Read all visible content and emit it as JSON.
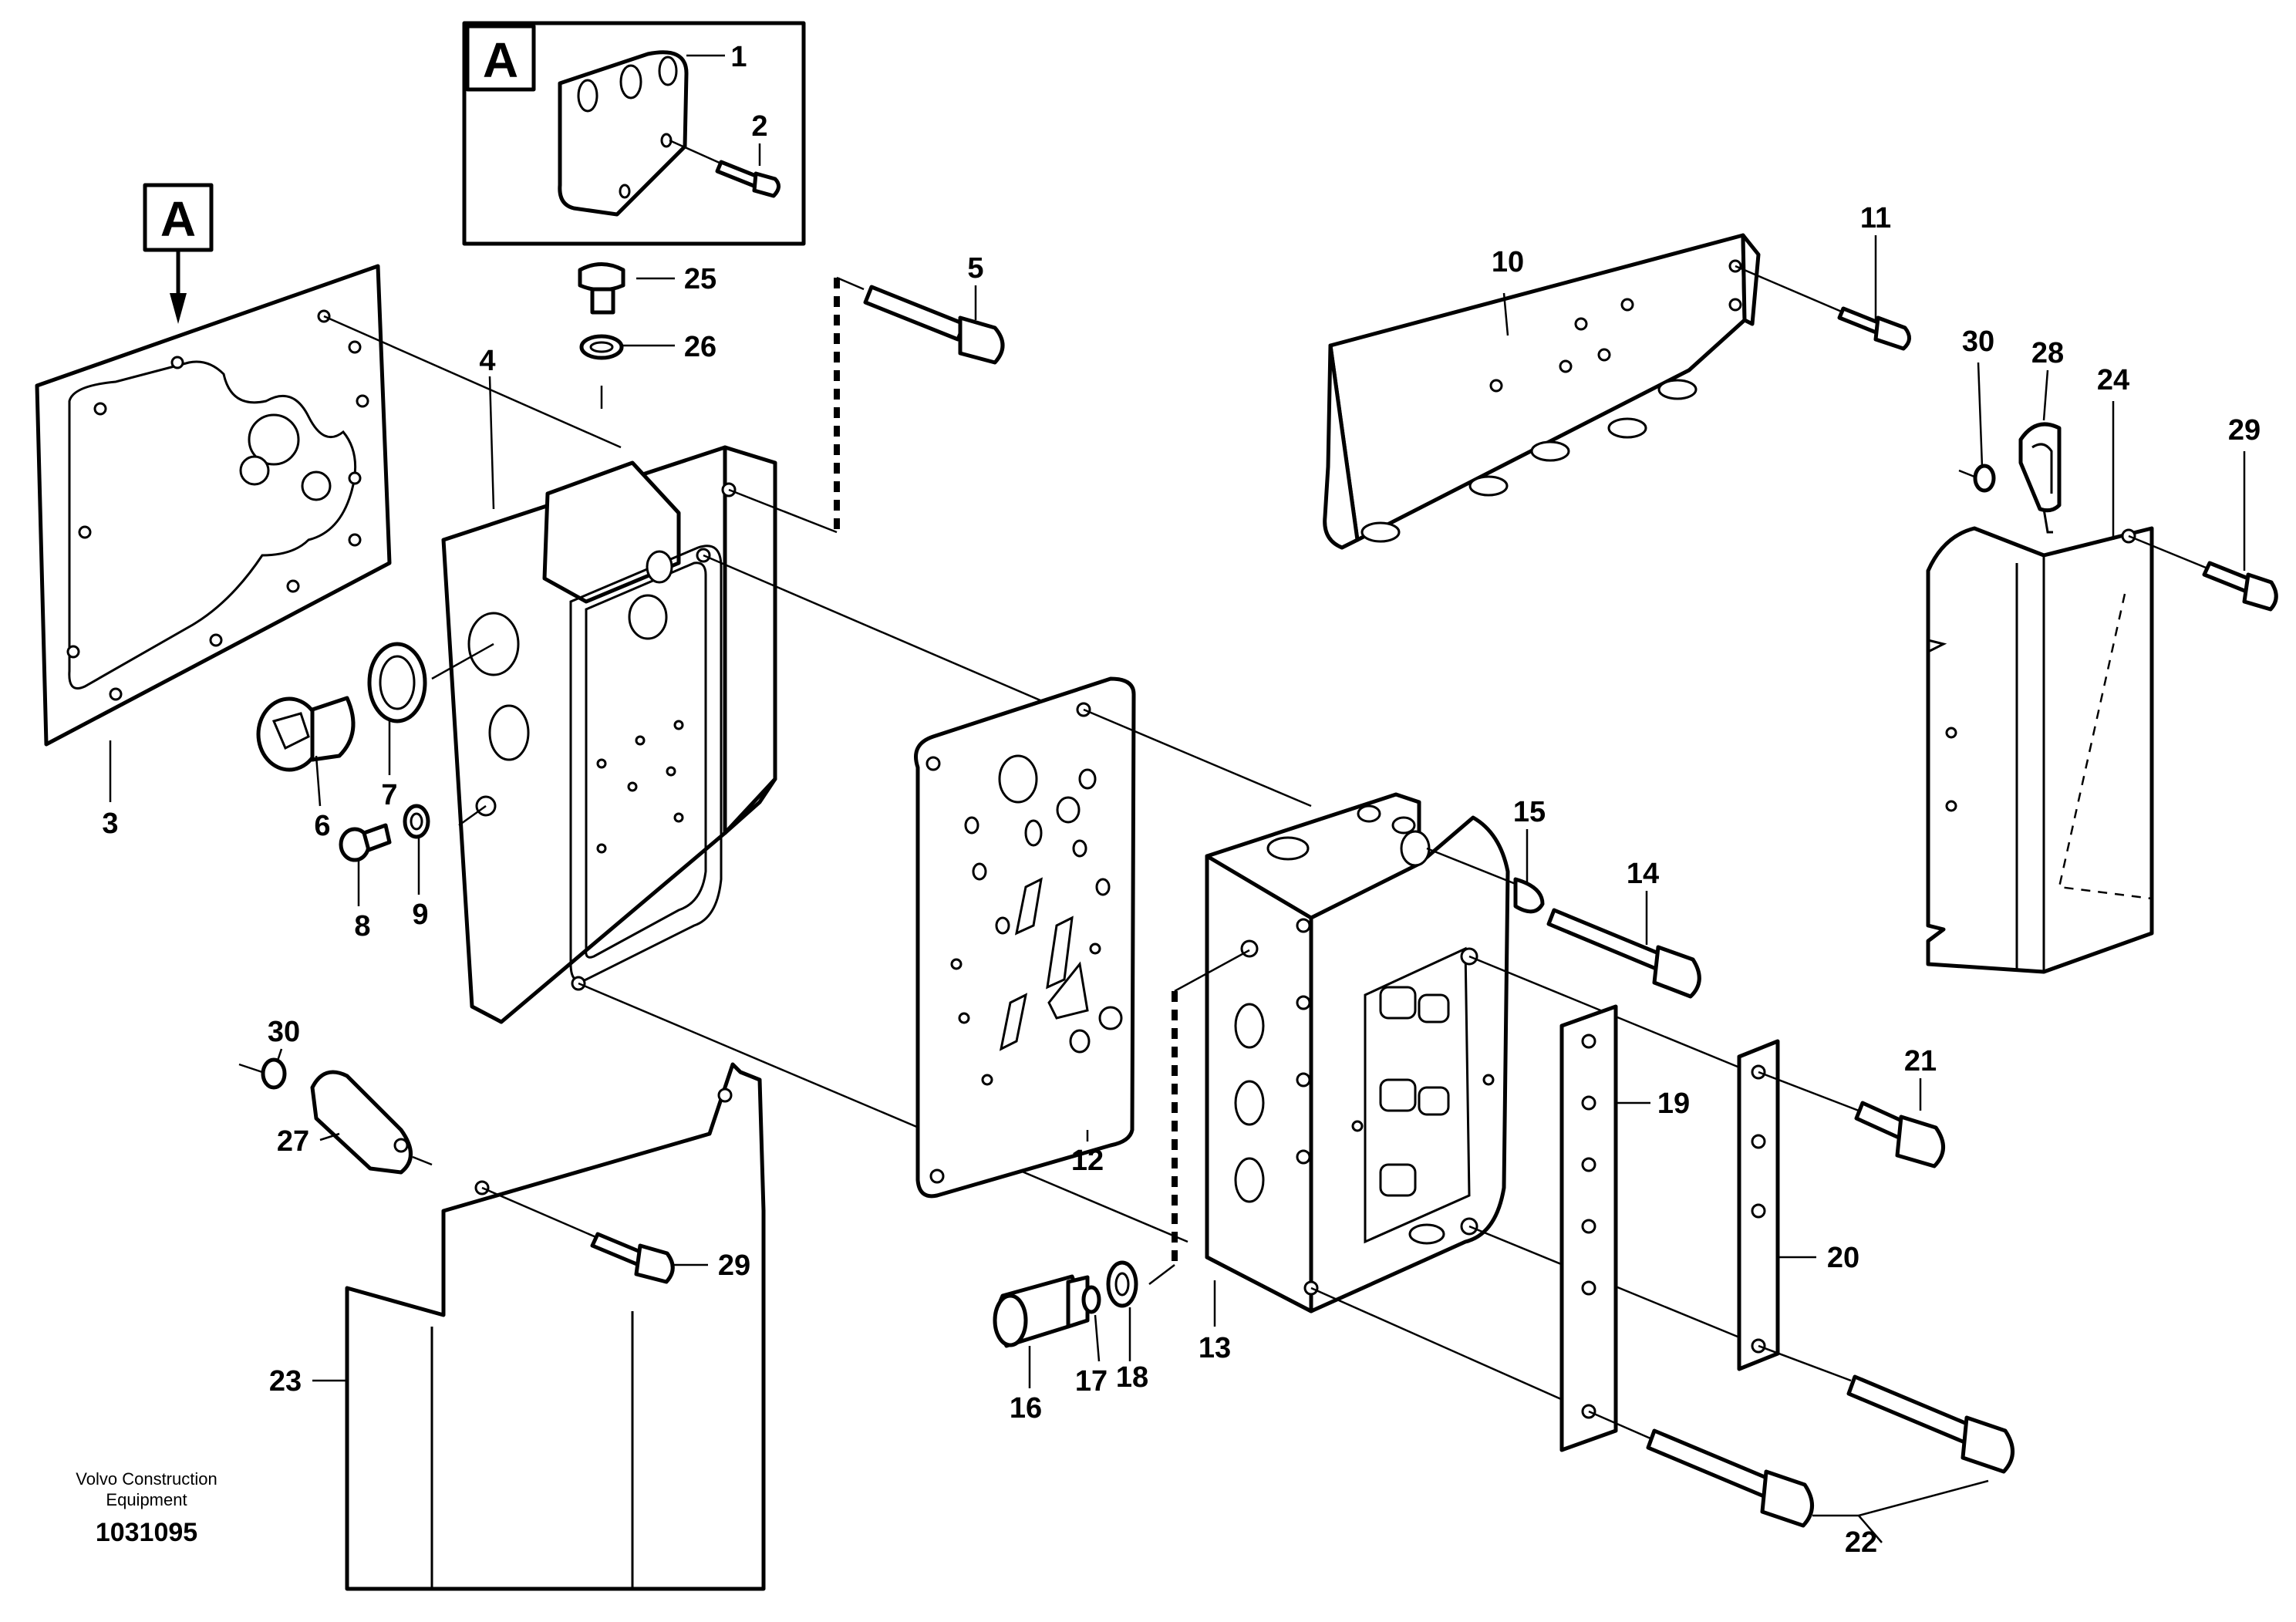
{
  "detail_marker": "A",
  "part_labels": [
    {
      "key": "p1",
      "text": "1"
    },
    {
      "key": "p2",
      "text": "2"
    },
    {
      "key": "p3",
      "text": "3"
    },
    {
      "key": "p4",
      "text": "4"
    },
    {
      "key": "p5",
      "text": "5"
    },
    {
      "key": "p6",
      "text": "6"
    },
    {
      "key": "p7",
      "text": "7"
    },
    {
      "key": "p8",
      "text": "8"
    },
    {
      "key": "p9",
      "text": "9"
    },
    {
      "key": "p10",
      "text": "10"
    },
    {
      "key": "p11",
      "text": "11"
    },
    {
      "key": "p12",
      "text": "12"
    },
    {
      "key": "p13",
      "text": "13"
    },
    {
      "key": "p14",
      "text": "14"
    },
    {
      "key": "p15",
      "text": "15"
    },
    {
      "key": "p16",
      "text": "16"
    },
    {
      "key": "p17",
      "text": "17"
    },
    {
      "key": "p18",
      "text": "18"
    },
    {
      "key": "p19",
      "text": "19"
    },
    {
      "key": "p20",
      "text": "20"
    },
    {
      "key": "p21",
      "text": "21"
    },
    {
      "key": "p22",
      "text": "22"
    },
    {
      "key": "p23",
      "text": "23"
    },
    {
      "key": "p24",
      "text": "24"
    },
    {
      "key": "p25",
      "text": "25"
    },
    {
      "key": "p26",
      "text": "26"
    },
    {
      "key": "p27",
      "text": "27"
    },
    {
      "key": "p28",
      "text": "28"
    },
    {
      "key": "p29a",
      "text": "29"
    },
    {
      "key": "p29b",
      "text": "29"
    },
    {
      "key": "p30a",
      "text": "30"
    },
    {
      "key": "p30b",
      "text": "30"
    }
  ],
  "credit_line1": "Volvo Construction",
  "credit_line2": "Equipment",
  "drawing_number": "1031095"
}
